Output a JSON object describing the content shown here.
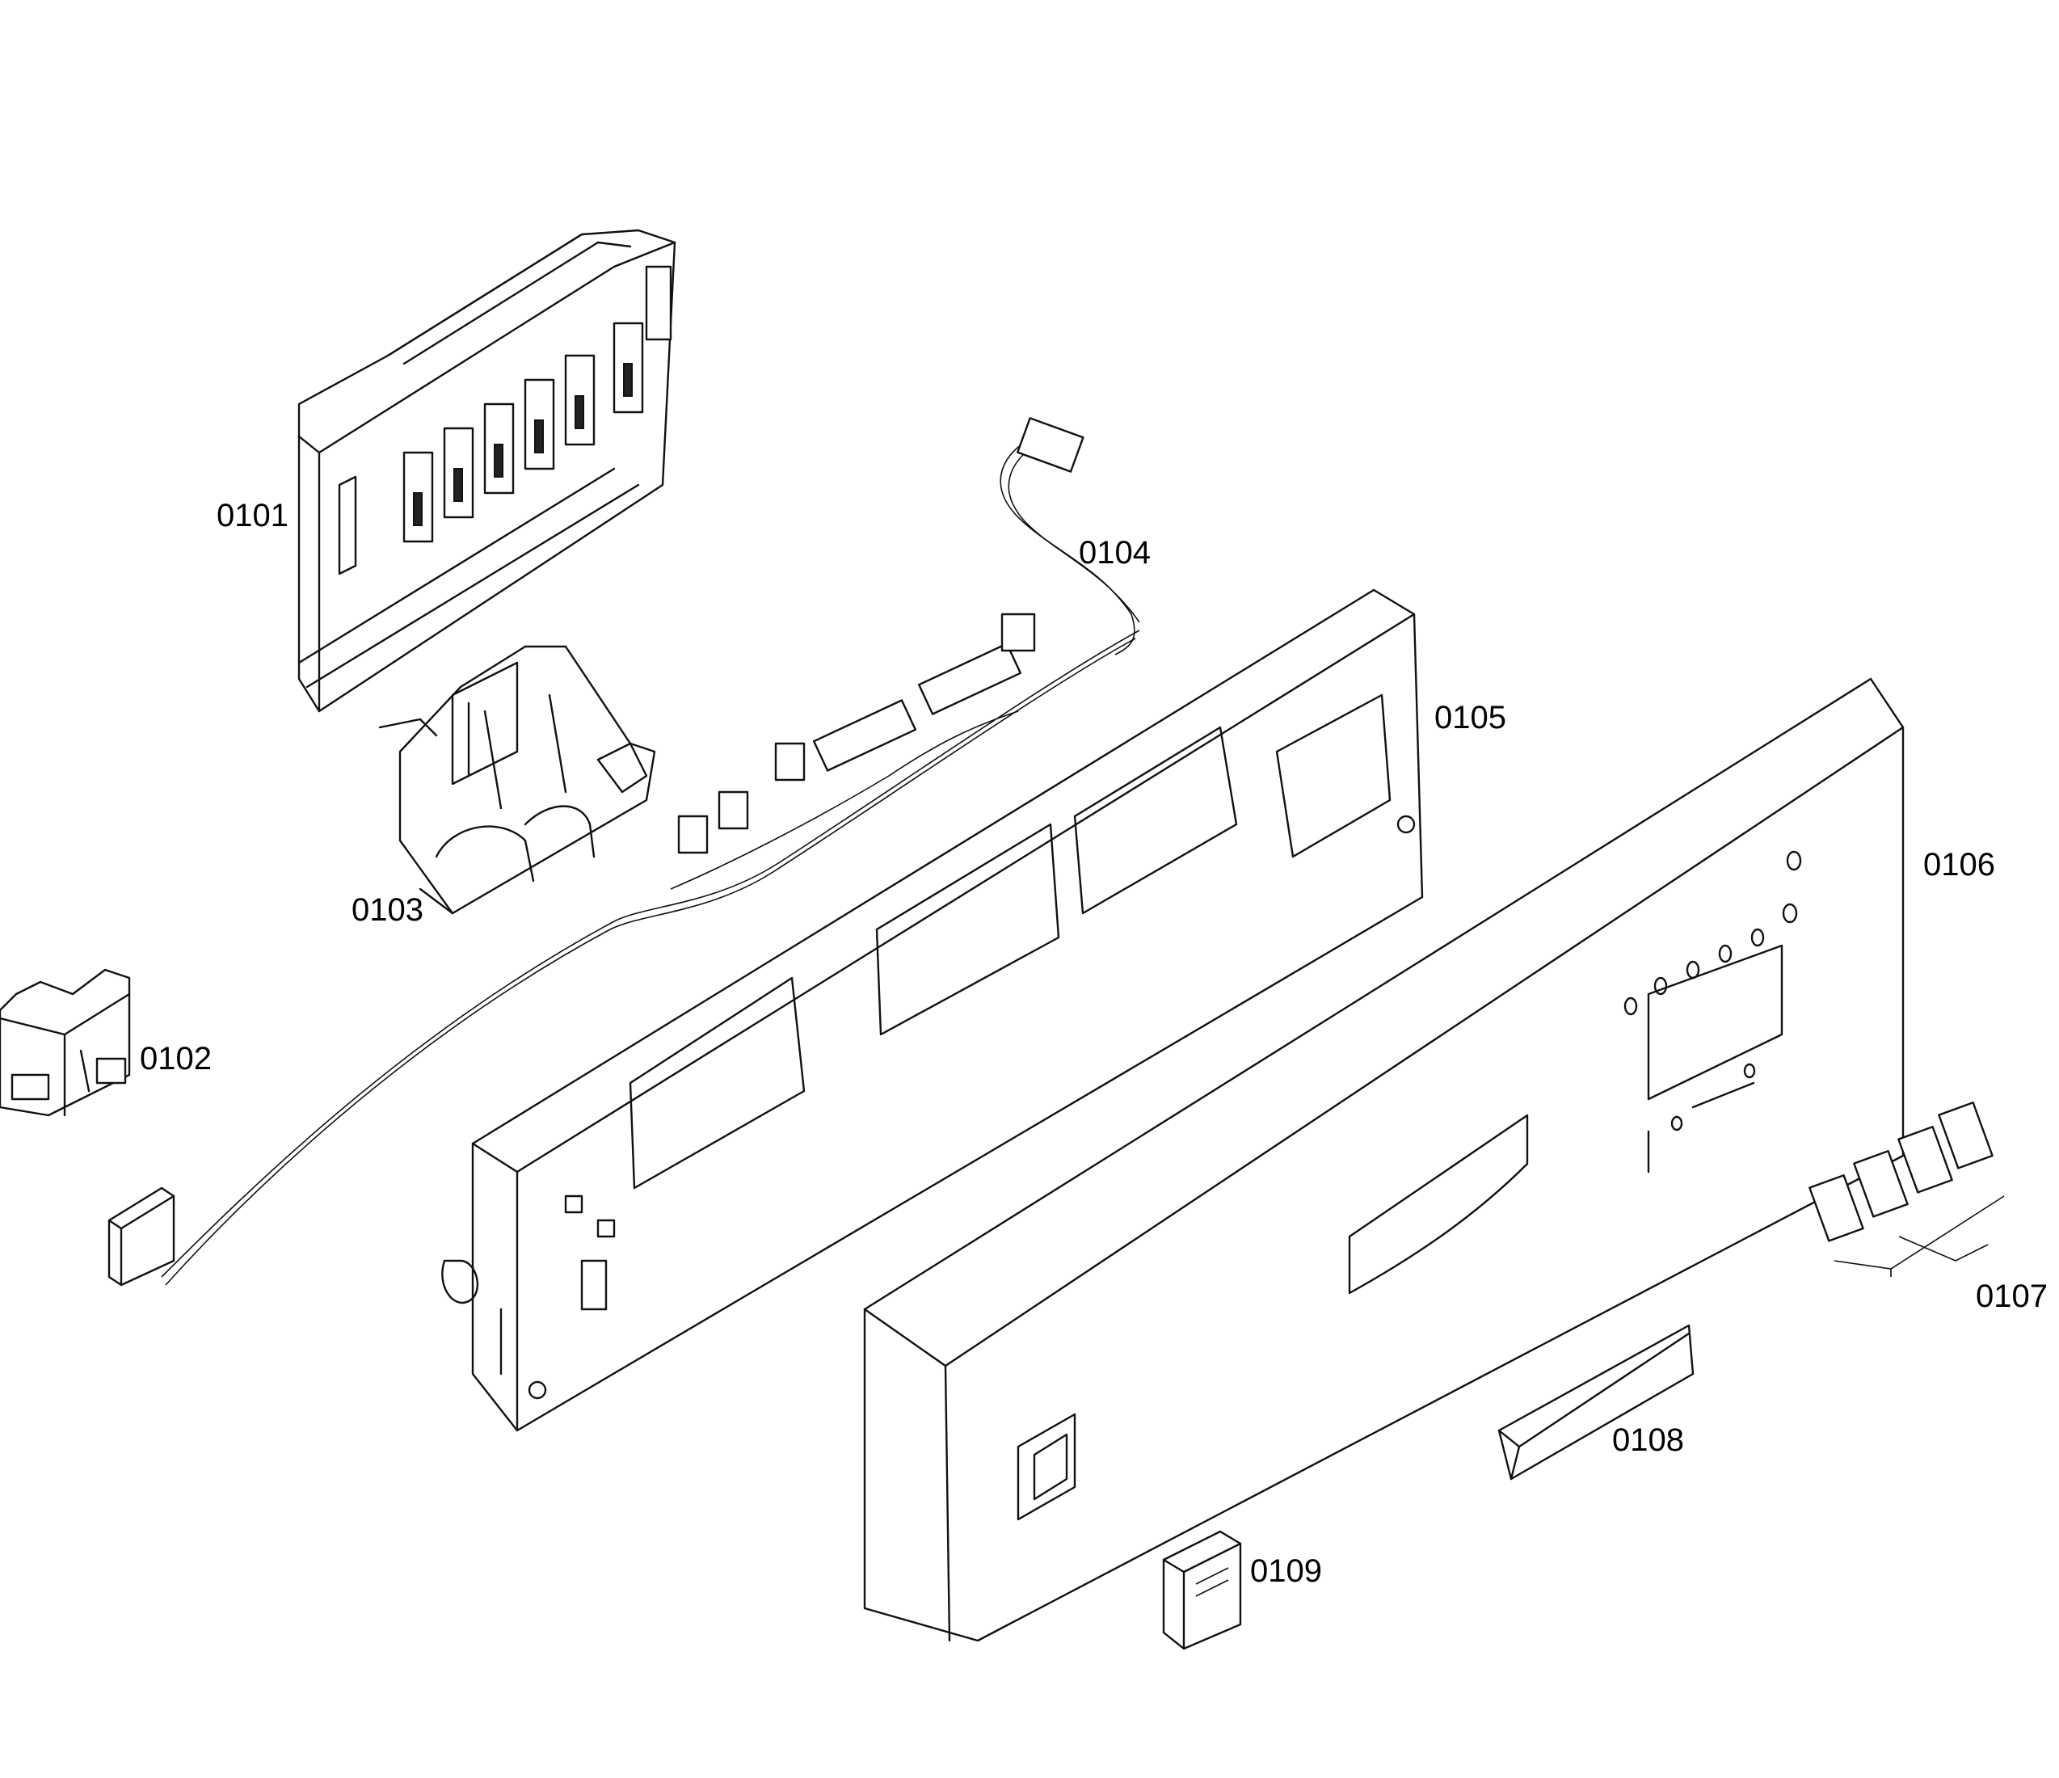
{
  "diagram": {
    "parts": [
      {
        "id": "0101",
        "label": "0101"
      },
      {
        "id": "0102",
        "label": "0102"
      },
      {
        "id": "0103",
        "label": "0103"
      },
      {
        "id": "0104",
        "label": "0104"
      },
      {
        "id": "0105",
        "label": "0105"
      },
      {
        "id": "0106",
        "label": "0106"
      },
      {
        "id": "0107",
        "label": "0107"
      },
      {
        "id": "0108",
        "label": "0108"
      },
      {
        "id": "0109",
        "label": "0109"
      }
    ]
  }
}
